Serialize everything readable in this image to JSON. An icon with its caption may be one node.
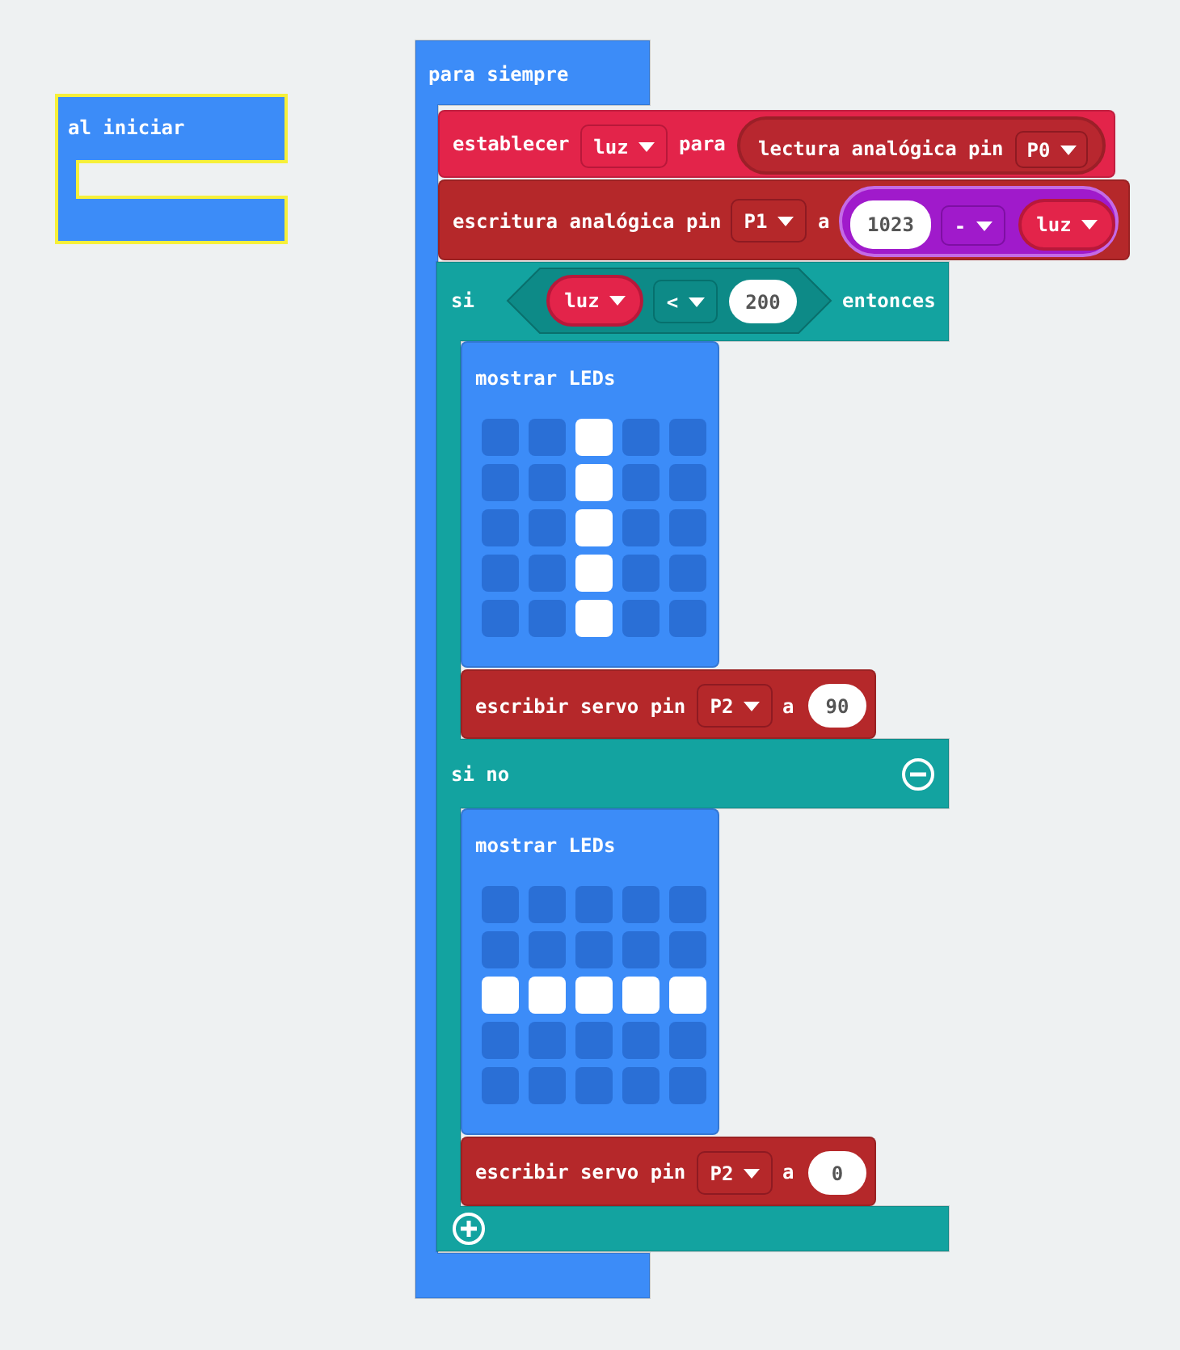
{
  "diagram": {
    "nodes": [
      {
        "text": [
          "al iniciar"
        ]
      },
      {
        "text": [
          "para siempre"
        ]
      },
      {
        "text": [
          "establecer",
          "para"
        ]
      },
      {
        "text": [
          "luz"
        ],
        "in": 2
      },
      {
        "text": [
          "lectura analógica pin"
        ],
        "in": 2
      },
      {
        "text": [
          "P0"
        ],
        "in": 4
      },
      {
        "text": [
          "escritura analógica pin",
          "a"
        ]
      },
      {
        "text": [
          "P1"
        ],
        "in": 6
      },
      {
        "text": [],
        "shape": "box",
        "in": 6
      },
      {
        "text": [
          "1023"
        ],
        "in": 8
      },
      {
        "text": [
          "-"
        ],
        "in": 8
      },
      {
        "text": [
          "luz"
        ],
        "in": 8
      },
      {
        "text": [
          "si",
          "entonces",
          "si no"
        ]
      },
      {
        "text": [],
        "shape": "hexagon",
        "in": 12
      },
      {
        "text": [
          "luz"
        ],
        "in": 13
      },
      {
        "text": [
          "<"
        ],
        "in": 13
      },
      {
        "text": [
          "200"
        ],
        "in": 13
      },
      {
        "text": [
          "mostrar LEDs"
        ],
        "in": 12
      },
      {
        "text": [
          "escribir servo pin",
          "a"
        ],
        "in": 12
      },
      {
        "text": [
          "P2"
        ],
        "in": 18
      },
      {
        "text": [
          "90"
        ],
        "in": 18
      },
      {
        "text": [
          "mostrar LEDs"
        ],
        "in": 12
      },
      {
        "text": [
          "escribir servo pin",
          "a"
        ],
        "in": 12
      },
      {
        "text": [
          "P2"
        ],
        "in": 22
      },
      {
        "text": [
          "0"
        ],
        "in": 22
      }
    ]
  }
}
